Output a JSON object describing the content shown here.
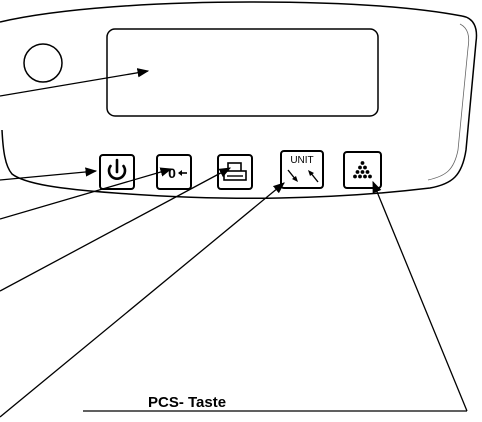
{
  "panel": {
    "display": {
      "value": ""
    },
    "buttons": {
      "power": {
        "icon": "power-icon"
      },
      "zero": {
        "label": "0"
      },
      "print": {
        "icon": "printer-icon"
      },
      "unit": {
        "label": "UNIT"
      },
      "pcs": {
        "icon": "pcs-dots-icon"
      }
    }
  },
  "caption": "PCS- Taste"
}
